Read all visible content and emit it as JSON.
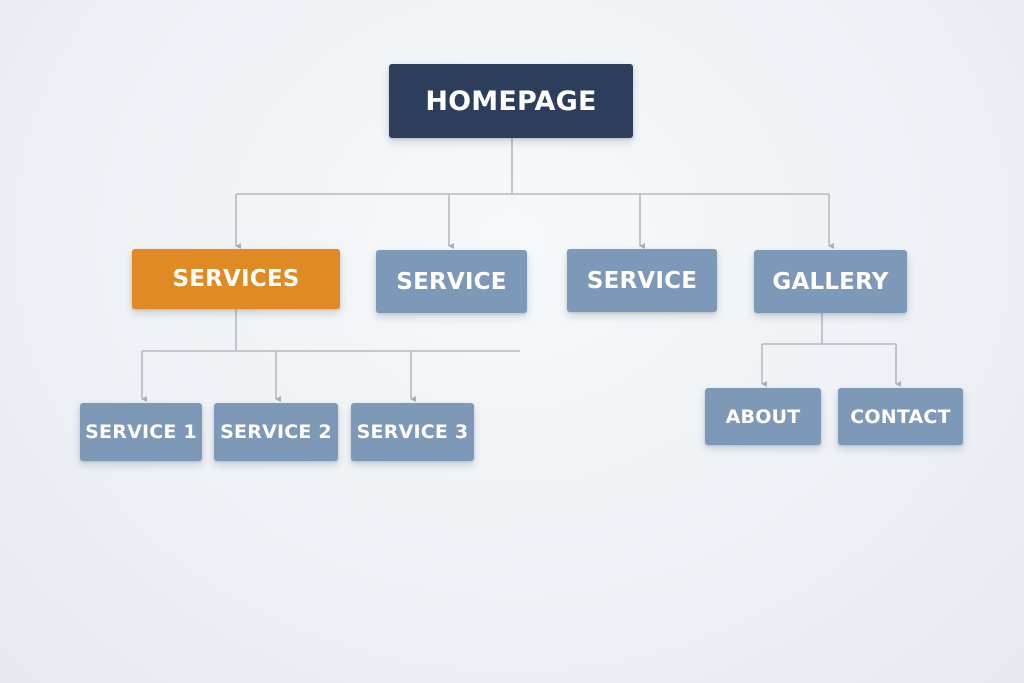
{
  "diagram": {
    "root": {
      "label": "HOMEPAGE"
    },
    "level1": [
      {
        "label": "SERVICES"
      },
      {
        "label": "SERVICE"
      },
      {
        "label": "SERVICE"
      },
      {
        "label": "GALLERY"
      }
    ],
    "services_children": [
      {
        "label": "SERVICE 1"
      },
      {
        "label": "SERVICE 2"
      },
      {
        "label": "SERVICE 3"
      }
    ],
    "gallery_children": [
      {
        "label": "ABOUT"
      },
      {
        "label": "CONTACT"
      }
    ]
  },
  "colors": {
    "root": "#2d3e5c",
    "highlight": "#e08a24",
    "node": "#7e98b8",
    "connector": "#b3bac4",
    "text": "#ffffff"
  }
}
